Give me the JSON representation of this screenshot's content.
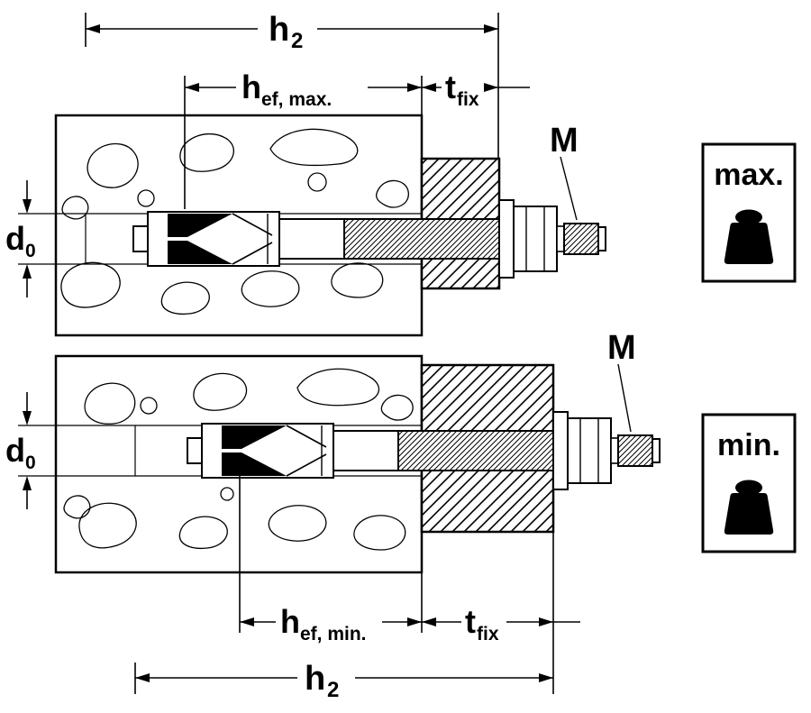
{
  "diagram": {
    "dimensions": {
      "h2": {
        "main": "h",
        "sub": "2"
      },
      "hef_max": {
        "main": "h",
        "sub": "ef, max."
      },
      "hef_min": {
        "main": "h",
        "sub": "ef, min."
      },
      "tfix": {
        "main": "t",
        "sub": "fix"
      },
      "d0": {
        "main": "d",
        "sub": "0"
      },
      "thread_size": "M"
    },
    "badges": {
      "max": "max.",
      "min": "min."
    },
    "colors": {
      "line": "#000000",
      "background": "#ffffff"
    }
  }
}
